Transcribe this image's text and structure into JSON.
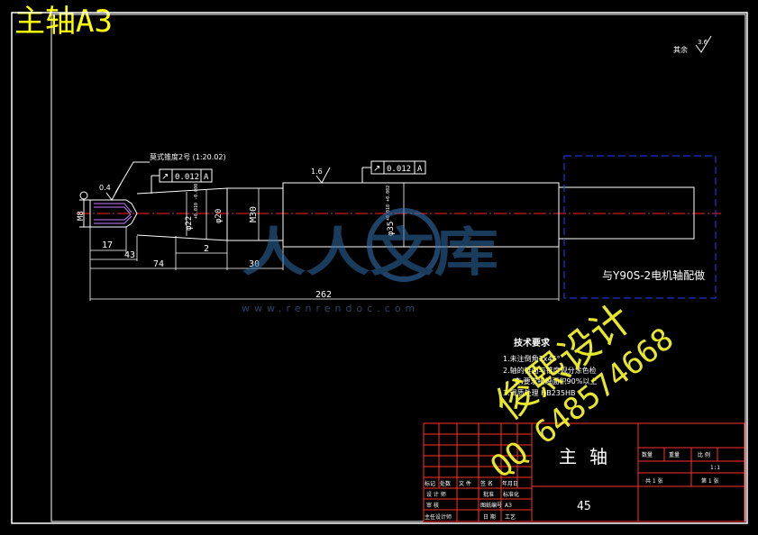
{
  "sheet": {
    "title": "主轴A3"
  },
  "surface_finish": {
    "other_label": "其余",
    "other_value": "3.6",
    "left_value": "0.4",
    "mid_value": "1.6"
  },
  "taper_note": "莫式锥度2号 (1:20.02)",
  "tolerance_frames": [
    {
      "symbol": "↗",
      "value": "0.012",
      "datum": "A"
    },
    {
      "symbol": "↗",
      "value": "0.012",
      "datum": "A"
    }
  ],
  "dimensions": {
    "thread": "M8",
    "dia_22": "φ22",
    "dia_22_tol": "+0.010 -0.000",
    "dia_20": "φ20",
    "m30": "M30",
    "dia_35": "φ35",
    "dia_35_tol": "+0.018 +0.002",
    "len_17": "17",
    "len_43": "43",
    "len_74": "74",
    "len_2": "2",
    "len_30": "30",
    "len_262": "262"
  },
  "motor_note": "与Y90S-2电机轴配做",
  "watermark": {
    "brand": "人人文库",
    "url": "www.renrendoc.com",
    "design_text": "俊熙设计",
    "qq_text": "QQ 648574668"
  },
  "tech_requirements": {
    "title": "技术要求",
    "items": [
      "1.未注倒角1x45°",
      "2.轴的锥面与锥度规分涂色检",
      "查,要求接触面积90%以上",
      "3.调质处理 HB235HB"
    ]
  },
  "title_block": {
    "part_name": "主轴",
    "material": "45",
    "header_cells": [
      "标记",
      "处数",
      "文 件",
      "签 名",
      "年月日"
    ],
    "row_design": "设 计 师",
    "row_review": "审 核",
    "row_mgr": "主任设计师",
    "col_ref": "图纸编号",
    "col_size": "A3",
    "col_approve": "批准",
    "col_date": "日 期",
    "col_standard": "标准化",
    "col_proc": "工艺",
    "scale_label": "比 例",
    "scale_value": "1:1",
    "weight_label": "重量",
    "qty_label": "数量",
    "sheets_total": "共 1 张",
    "sheet_no": "第 1 张"
  }
}
